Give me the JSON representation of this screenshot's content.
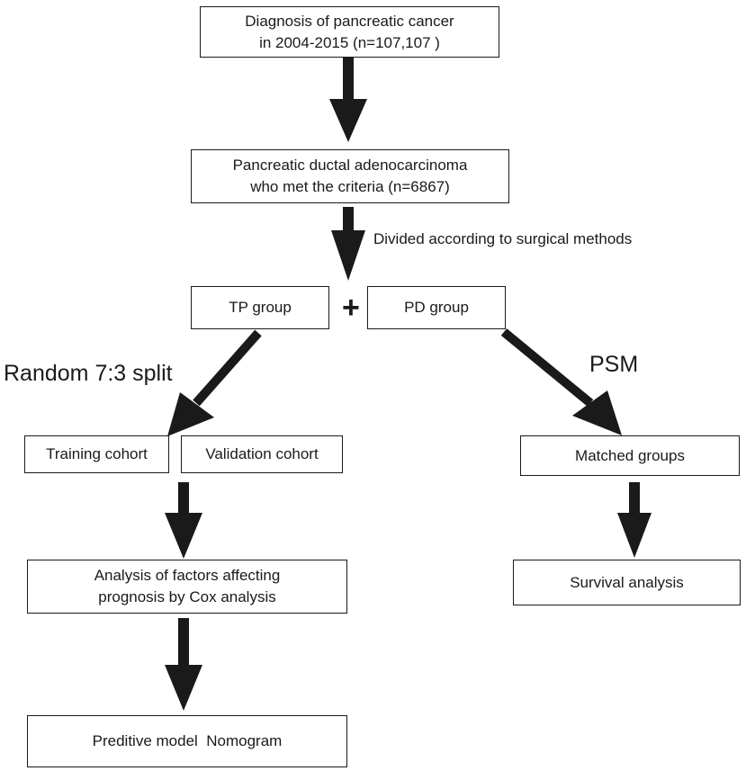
{
  "boxes": {
    "diagnosis": {
      "line1": "Diagnosis of  pancreatic  cancer",
      "line2": "in 2004-2015 (n=107,107 )"
    },
    "criteria": {
      "line1": "Pancreatic ductal adenocarcinoma",
      "line2": "who met the criteria (n=6867)"
    },
    "tp_group": "TP group",
    "pd_group": "PD group",
    "training_cohort": "Training cohort",
    "validation_cohort": "Validation cohort",
    "matched_groups": "Matched groups",
    "cox_analysis": {
      "line1": "Analysis of factors affecting",
      "line2": "prognosis by Cox analysis"
    },
    "survival_analysis": "Survival analysis",
    "nomogram": "Preditive model  Nomogram"
  },
  "labels": {
    "divided": "Divided according to surgical methods",
    "plus": "+",
    "random_split": "Random 7:3 split",
    "psm": "PSM"
  },
  "colors": {
    "line": "#1a1a1a",
    "background": "#ffffff"
  }
}
